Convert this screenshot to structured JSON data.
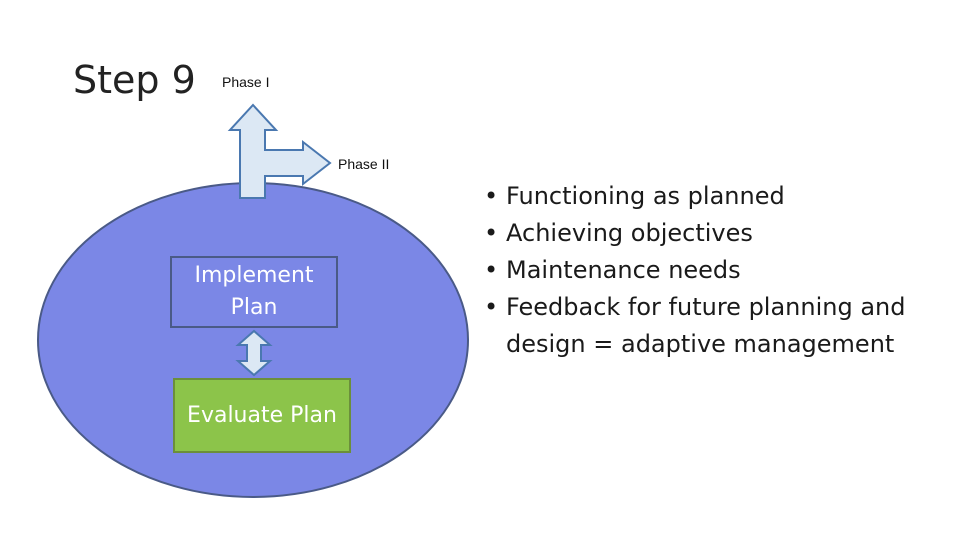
{
  "slide": {
    "title": "Step 9",
    "phase_1_label": "Phase I",
    "phase_2_label": "Phase II",
    "implement_box": "Implement Plan",
    "evaluate_box": "Evaluate Plan",
    "bullets": [
      "Functioning as planned",
      "Achieving objectives",
      "Maintenance needs",
      "Feedback for future planning and design = adaptive management"
    ]
  },
  "colors": {
    "ellipse_fill": "#7b87e6",
    "ellipse_stroke": "#4a5a87",
    "arrow_fill": "#dce8f4",
    "arrow_stroke": "#4a78b0",
    "evaluate_fill": "#8cc44a"
  }
}
